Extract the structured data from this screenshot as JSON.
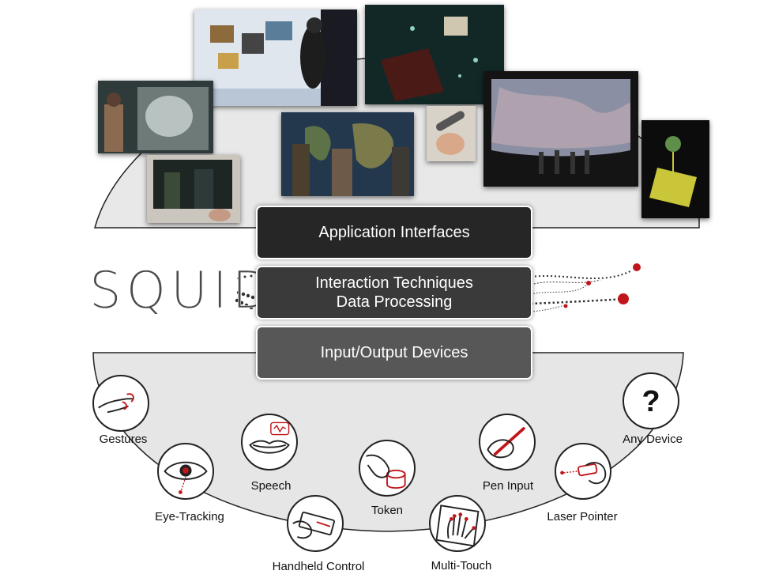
{
  "logo": "SQUIDY",
  "layers": {
    "application": "Application Interfaces",
    "interaction_line1": "Interaction Techniques",
    "interaction_line2": "Data Processing",
    "devices": "Input/Output Devices"
  },
  "devices": {
    "gestures": "Gestures",
    "eye_tracking": "Eye-Tracking",
    "speech": "Speech",
    "handheld_control": "Handheld Control",
    "token": "Token",
    "multi_touch": "Multi-Touch",
    "pen_input": "Pen Input",
    "laser_pointer": "Laser Pointer",
    "any_device": "Any Device",
    "any_device_symbol": "?"
  },
  "colors": {
    "accent_red": "#c0161b",
    "layer_top": "#262626",
    "layer_middle": "#3a3a3a",
    "layer_bottom": "#575757",
    "arc_fill": "#e6e6e6"
  }
}
